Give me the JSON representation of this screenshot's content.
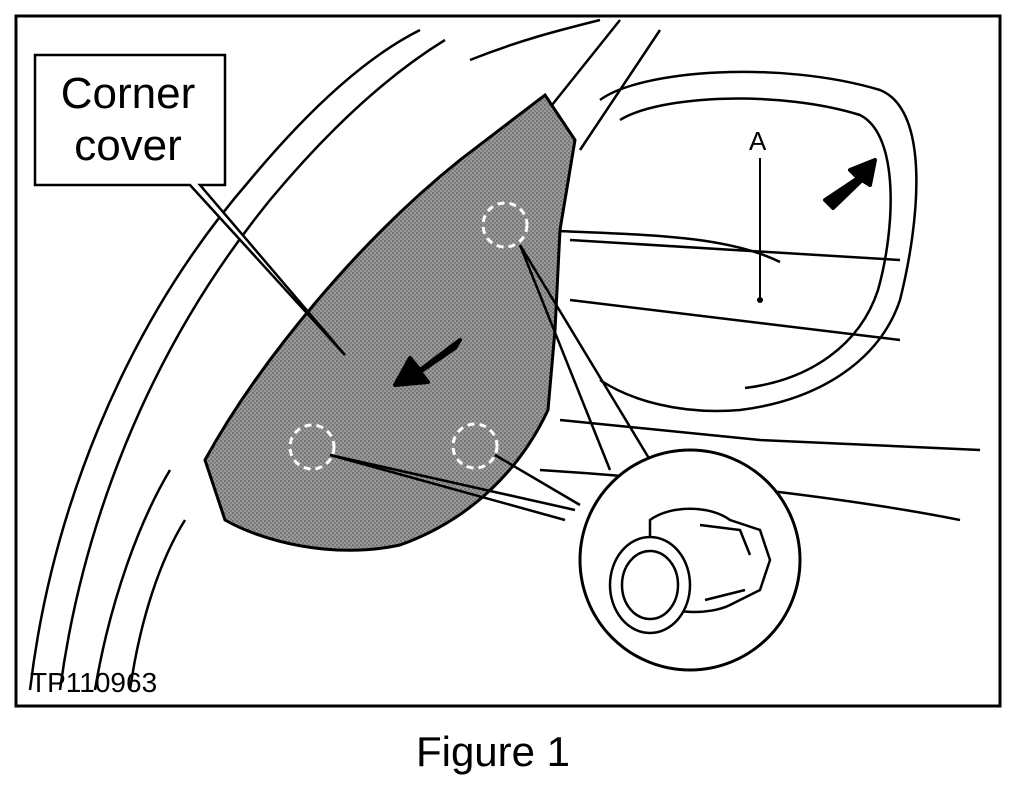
{
  "figure": {
    "caption": "Figure 1",
    "reference_code": "TP110963",
    "callout": {
      "line1": "Corner",
      "line2": "cover"
    },
    "point_label": "A",
    "colors": {
      "ink": "#000000",
      "paper": "#ffffff",
      "cover_fill": "#8a8a8a"
    },
    "icons": [
      "arrow-icon",
      "clip-icon"
    ]
  }
}
